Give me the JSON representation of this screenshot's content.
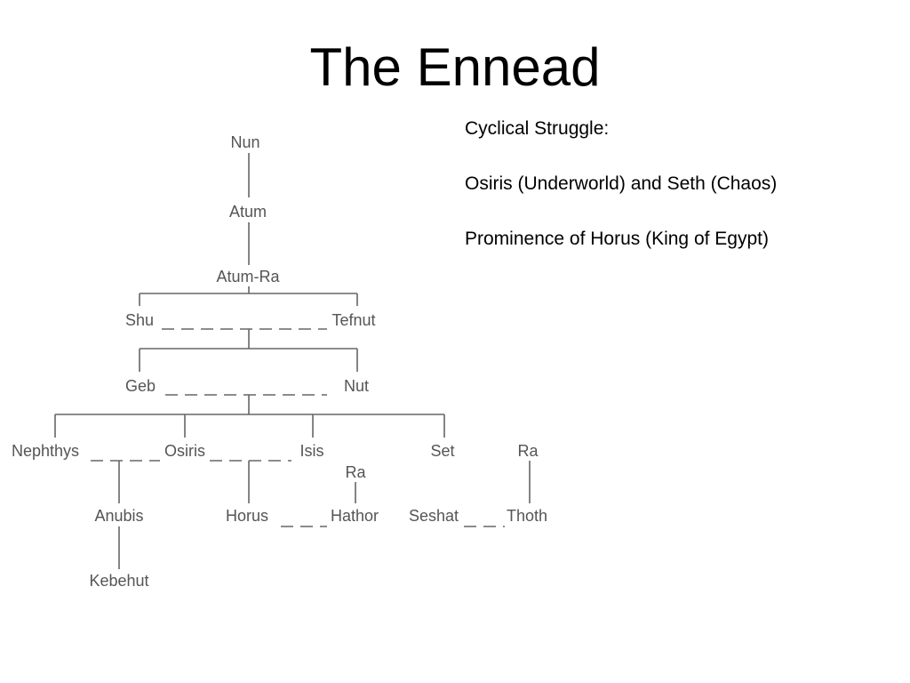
{
  "title": "The Ennead",
  "notes": [
    "Cyclical Struggle:",
    "Osiris (Underworld) and Seth (Chaos)",
    "Prominence of Horus (King of Egypt)"
  ],
  "family_tree": {
    "nodes": {
      "nun": "Nun",
      "atum": "Atum",
      "atum_ra": "Atum-Ra",
      "shu": "Shu",
      "tefnut": "Tefnut",
      "geb": "Geb",
      "nut": "Nut",
      "nephthys": "Nephthys",
      "osiris": "Osiris",
      "isis": "Isis",
      "set": "Set",
      "ra_top": "Ra",
      "ra_mid": "Ra",
      "anubis": "Anubis",
      "horus": "Horus",
      "hathor": "Hathor",
      "seshat": "Seshat",
      "thoth": "Thoth",
      "kebehut": "Kebehut"
    }
  }
}
